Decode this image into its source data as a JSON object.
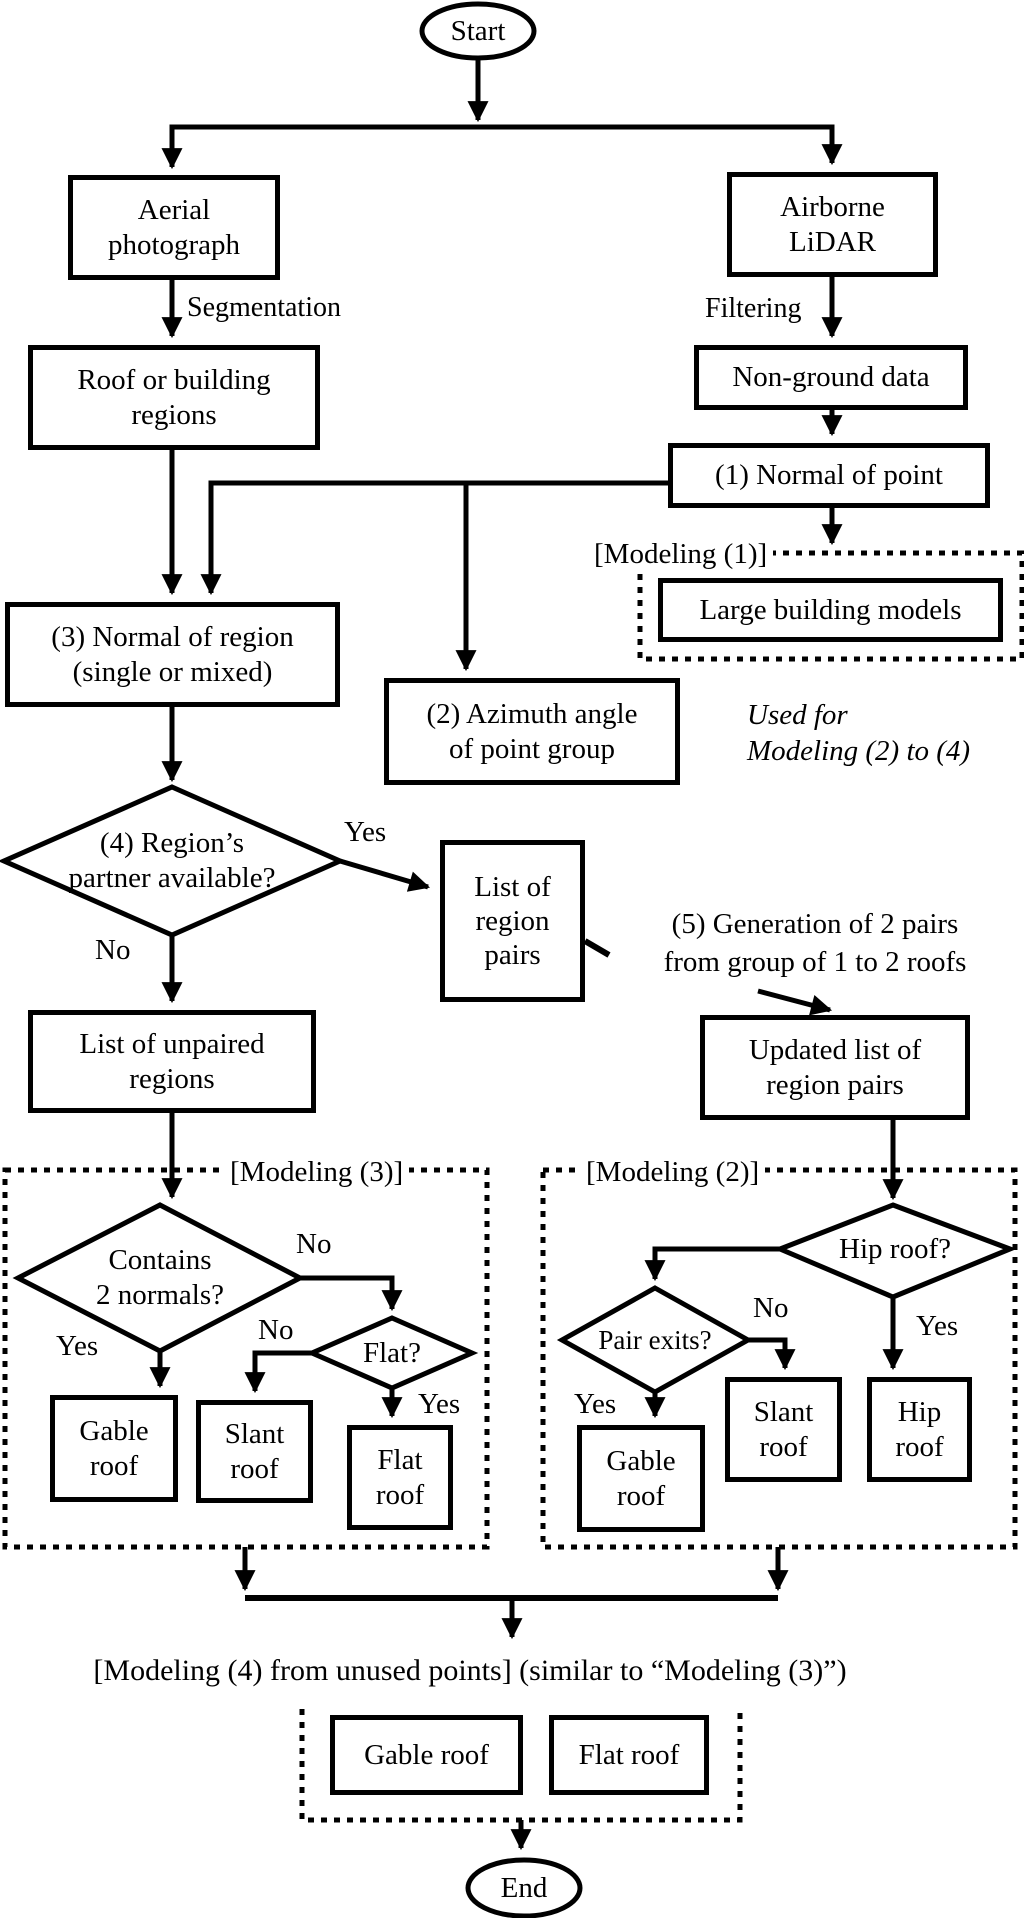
{
  "flowchart": {
    "terminators": {
      "start": "Start",
      "end": "End"
    },
    "nodes": {
      "aerial": "Aerial\nphotograph",
      "lidar": "Airborne\nLiDAR",
      "roof_regions": "Roof or building\nregions",
      "non_ground": "Non-ground data",
      "normal_point": "(1) Normal of point",
      "large_building": "Large building models",
      "normal_region": "(3) Normal of region\n(single or mixed)",
      "azimuth": "(2) Azimuth angle\nof point group",
      "list_pairs": "List of\nregion\npairs",
      "list_unpaired": "List of unpaired\nregions",
      "updated_list": "Updated list of\nregion pairs",
      "gable_roof_m3": "Gable\nroof",
      "slant_roof_m3": "Slant\nroof",
      "flat_roof_m3": "Flat\nroof",
      "gable_roof_m2": "Gable\nroof",
      "slant_roof_m2": "Slant\nroof",
      "hip_roof_m2": "Hip\nroof",
      "gable_roof_m4": "Gable roof",
      "flat_roof_m4": "Flat roof"
    },
    "decisions": {
      "partner": "(4) Region’s\npartner available?",
      "contains": "Contains\n2 normals?",
      "flat": "Flat?",
      "hip": "Hip roof?",
      "pair": "Pair exits?"
    },
    "edge_labels": {
      "segmentation": "Segmentation",
      "filtering": "Filtering",
      "partner_yes": "Yes",
      "partner_no": "No",
      "contains_no": "No",
      "contains_yes": "Yes",
      "flat_no": "No",
      "flat_yes": "Yes",
      "hip_yes": "Yes",
      "pair_no": "No",
      "pair_yes": "Yes"
    },
    "annotations": {
      "modeling1": "[Modeling (1)]",
      "modeling2": "[Modeling (2)]",
      "modeling3": "[Modeling (3)]",
      "modeling4": "[Modeling (4) from unused points] (similar to “Modeling (3)”)",
      "used_for": "Used for\nModeling (2) to (4)",
      "generation": "(5) Generation of 2 pairs\nfrom group of 1 to 2 roofs"
    }
  }
}
